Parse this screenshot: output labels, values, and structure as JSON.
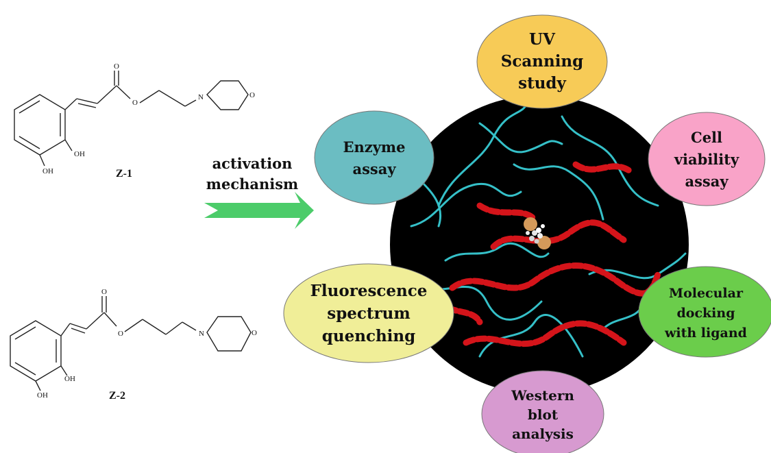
{
  "compounds": [
    {
      "id": "z1",
      "label": "Z-1",
      "atoms": {
        "carbonyl_o": "O",
        "ester_o": "O",
        "amine_n": "N",
        "ring_o": "O",
        "oh_ring": "OH",
        "oh_outer": "OH"
      }
    },
    {
      "id": "z2",
      "label": "Z-2",
      "atoms": {
        "carbonyl_o": "O",
        "ester_o": "O",
        "amine_n": "N",
        "ring_o": "O",
        "oh_ring": "OH",
        "oh_outer": "OH"
      }
    }
  ],
  "arrow": {
    "line1": "activation",
    "line2": "mechanism",
    "color": "#4ccc6a"
  },
  "center": {
    "background": "#000000",
    "helix_color": "#d4141a",
    "coil_color": "#35c0c8"
  },
  "methods": [
    {
      "id": "uv",
      "lines": [
        "UV",
        "Scanning",
        "study"
      ],
      "color": "#f7cb57"
    },
    {
      "id": "cell",
      "lines": [
        "Cell",
        "viability",
        "assay"
      ],
      "color": "#f9a3c8"
    },
    {
      "id": "docking",
      "lines": [
        "Molecular",
        "docking",
        "with ligand"
      ],
      "color": "#6bcd4b"
    },
    {
      "id": "western",
      "lines": [
        "Western",
        "blot",
        "analysis"
      ],
      "color": "#d79ad0"
    },
    {
      "id": "fluorescence",
      "lines": [
        "Fluorescence",
        "spectrum",
        "quenching"
      ],
      "color": "#f0ee98"
    },
    {
      "id": "enzyme",
      "lines": [
        "Enzyme",
        "assay"
      ],
      "color": "#6bbdc2"
    }
  ]
}
